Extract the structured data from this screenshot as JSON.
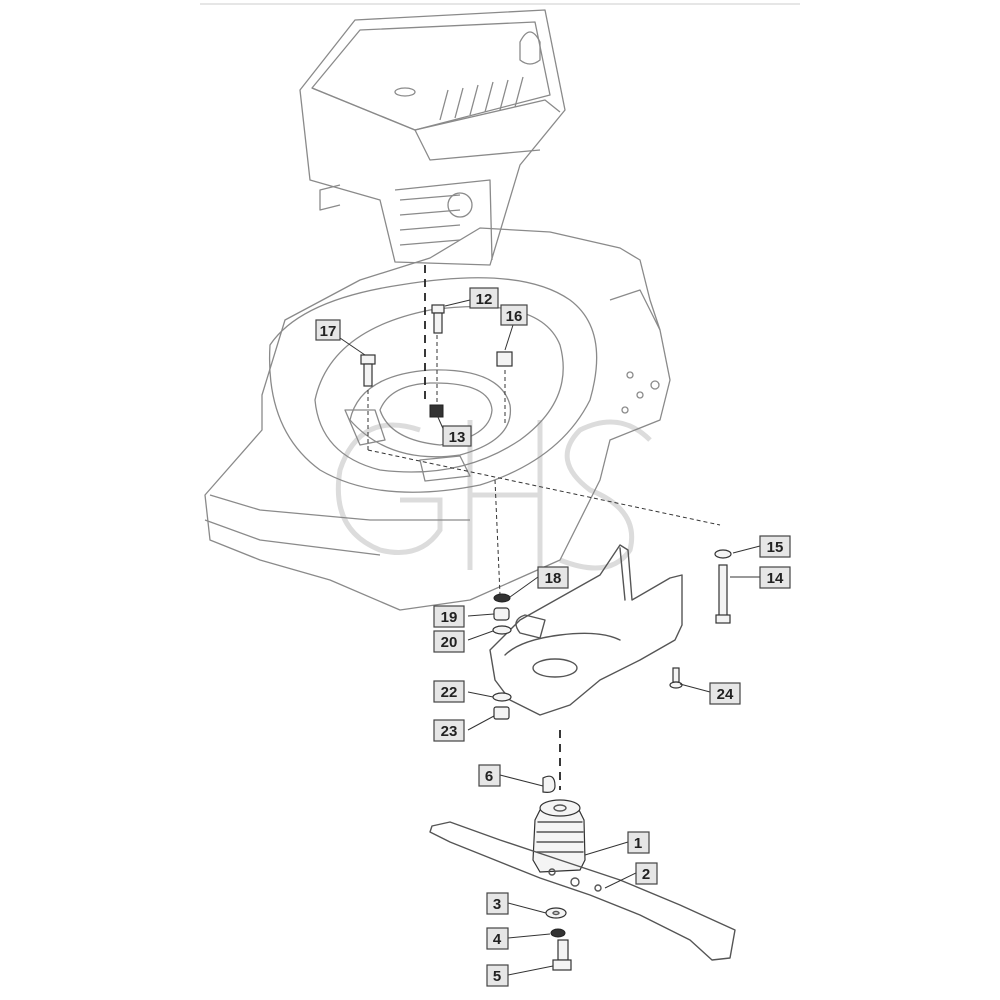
{
  "diagram": {
    "callouts": [
      {
        "id": "c1",
        "label": "1"
      },
      {
        "id": "c2",
        "label": "2"
      },
      {
        "id": "c3",
        "label": "3"
      },
      {
        "id": "c4",
        "label": "4"
      },
      {
        "id": "c5",
        "label": "5"
      },
      {
        "id": "c6",
        "label": "6"
      },
      {
        "id": "c12",
        "label": "12"
      },
      {
        "id": "c13",
        "label": "13"
      },
      {
        "id": "c14",
        "label": "14"
      },
      {
        "id": "c15",
        "label": "15"
      },
      {
        "id": "c16",
        "label": "16"
      },
      {
        "id": "c17",
        "label": "17"
      },
      {
        "id": "c18",
        "label": "18"
      },
      {
        "id": "c19",
        "label": "19"
      },
      {
        "id": "c20",
        "label": "20"
      },
      {
        "id": "c22",
        "label": "22"
      },
      {
        "id": "c23",
        "label": "23"
      },
      {
        "id": "c24",
        "label": "24"
      }
    ],
    "watermark": "GHS",
    "colors": {
      "line": "#555555",
      "box_fill": "#e6e6e6",
      "text": "#222222"
    }
  }
}
